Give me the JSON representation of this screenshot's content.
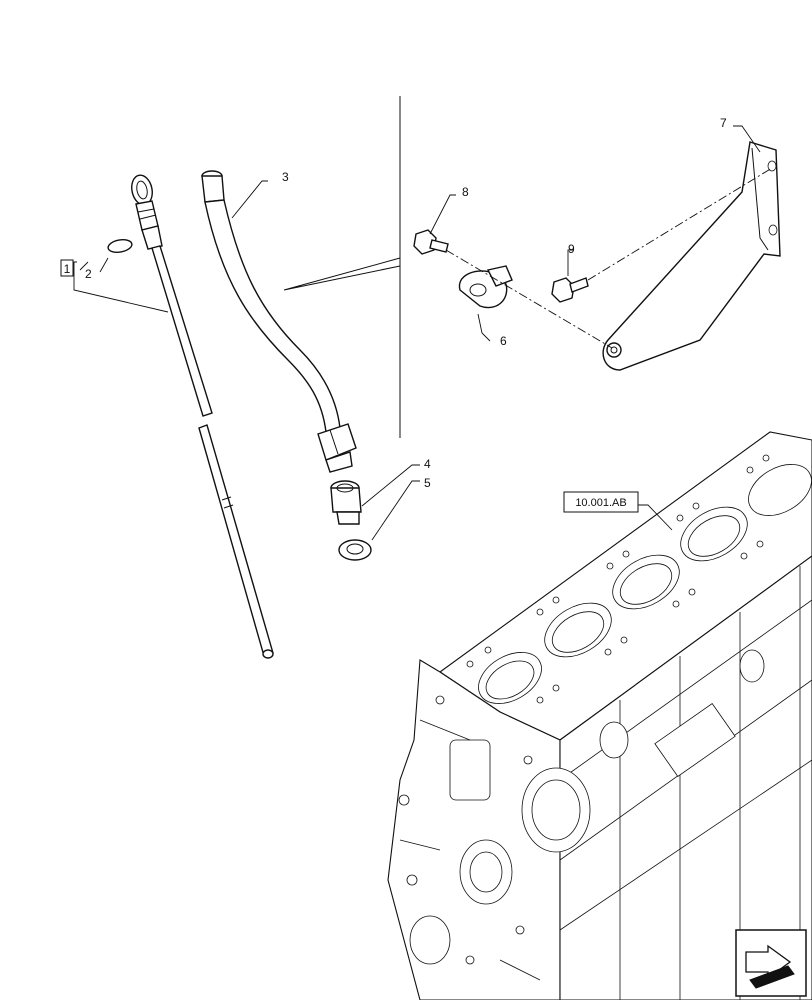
{
  "callouts": {
    "c1": "1",
    "c2": "2",
    "c3": "3",
    "c4": "4",
    "c5": "5",
    "c6": "6",
    "c7": "7",
    "c8": "8",
    "c9": "9"
  },
  "reference": {
    "engine_block": "10.001.AB"
  },
  "icons": {
    "nav": "arrow-icon"
  }
}
